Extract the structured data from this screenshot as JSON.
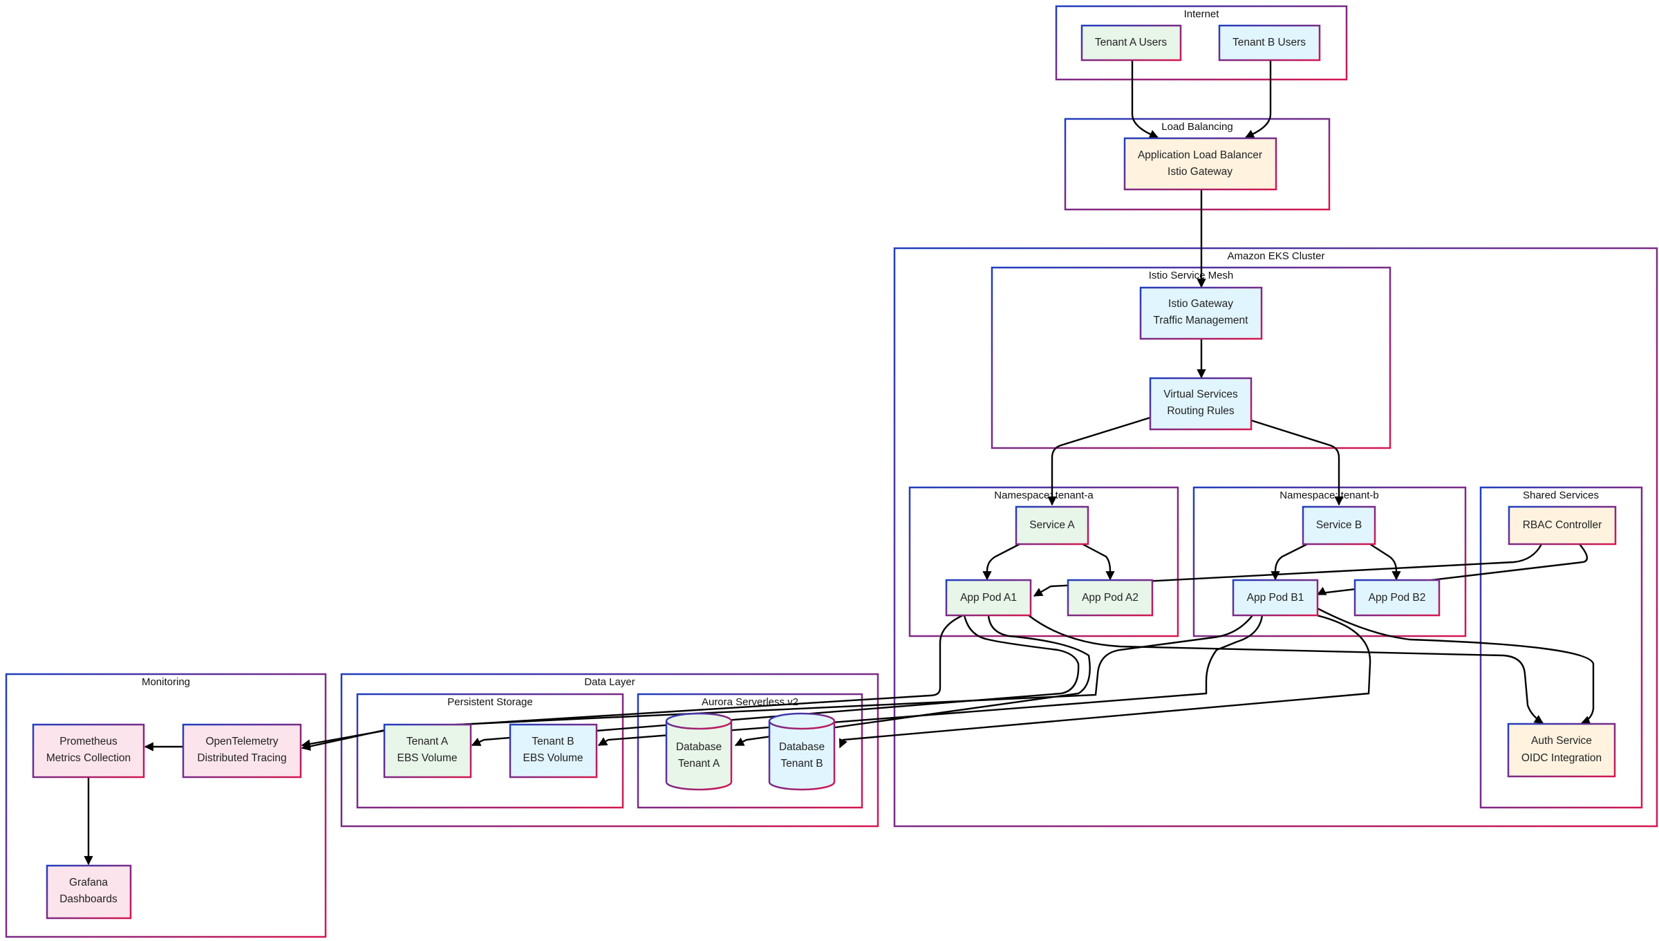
{
  "colors": {
    "border_blue": "#1f3fbf",
    "border_red": "#d6174f",
    "tenant_a_fill": "#e8f5e9",
    "tenant_b_fill": "#e1f5fe",
    "shared_fill": "#fff3e0",
    "monitoring_fill": "#fce4ec",
    "edge": "#000000"
  },
  "clusters": {
    "internet": "Internet",
    "load_balancing": "Load Balancing",
    "eks": "Amazon EKS Cluster",
    "istio_mesh": "Istio Service Mesh",
    "ns_tenant_a": "Namespace: tenant-a",
    "ns_tenant_b": "Namespace: tenant-b",
    "shared_services": "Shared Services",
    "monitoring": "Monitoring",
    "data_layer": "Data Layer",
    "persistent_storage": "Persistent Storage",
    "aurora": "Aurora Serverless v2"
  },
  "nodes": {
    "tenant_a_users": [
      "Tenant A Users"
    ],
    "tenant_b_users": [
      "Tenant B Users"
    ],
    "alb": [
      "Application Load Balancer",
      "Istio Gateway"
    ],
    "istio_gateway": [
      "Istio Gateway",
      "Traffic Management"
    ],
    "virtual_services": [
      "Virtual Services",
      "Routing Rules"
    ],
    "service_a": [
      "Service A"
    ],
    "app_pod_a1": [
      "App Pod A1"
    ],
    "app_pod_a2": [
      "App Pod A2"
    ],
    "service_b": [
      "Service B"
    ],
    "app_pod_b1": [
      "App Pod B1"
    ],
    "app_pod_b2": [
      "App Pod B2"
    ],
    "rbac_controller": [
      "RBAC Controller"
    ],
    "auth_service": [
      "Auth Service",
      "OIDC Integration"
    ],
    "prometheus": [
      "Prometheus",
      "Metrics Collection"
    ],
    "opentelemetry": [
      "OpenTelemetry",
      "Distributed Tracing"
    ],
    "grafana": [
      "Grafana",
      "Dashboards"
    ],
    "tenant_a_ebs": [
      "Tenant A",
      "EBS Volume"
    ],
    "tenant_b_ebs": [
      "Tenant B",
      "EBS Volume"
    ],
    "db_tenant_a": [
      "Database",
      "Tenant A"
    ],
    "db_tenant_b": [
      "Database",
      "Tenant B"
    ]
  }
}
